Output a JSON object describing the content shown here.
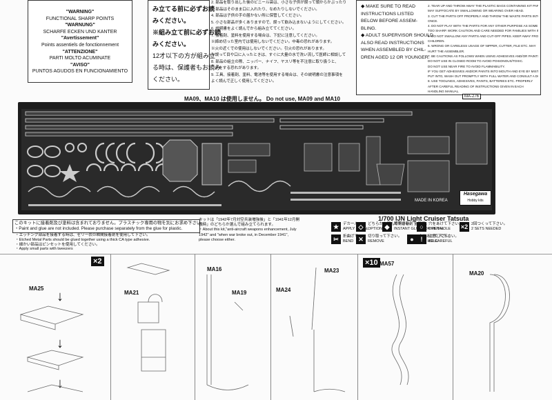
{
  "warnings": {
    "lines": [
      "\"WARNING\"",
      "FUNCTIONAL SHARP POINTS",
      "\"WARNUNG\"",
      "SCHARFE ECKEN UND KANTER",
      "\"Avertissement\"",
      "Points assentiels de fonctionnement",
      "\"ATTENZIONE\"",
      "PARTI MOLTO ACUMINATE",
      "\"AVISO\"",
      "PUNTOS AGUDOS EN FUNCIONAMIENTO"
    ]
  },
  "jp_notes": {
    "lines": [
      "み立てる前に必ずお読",
      "みください。",
      "※組み立て前に必ずお読",
      "みください。",
      "12才以下の方が組み立",
      "る時は、保護者もお読み",
      "ください。"
    ]
  },
  "jp_caution": {
    "lines": [
      "2. 部品を取り出した後のビニール袋は、小さな子供が誤って頭からかぶったり、",
      "3. 部品はそのまま口に入れたり、なめたりしないでください。",
      "4. 部品は子供の手の届かない所に保管してください。",
      "5. 小さな部品が多くありますので、誤って飲み込まないようにしてください。",
      "6. 説明書をよく読んでから組み立ててください。",
      "7. 接着剤、塗料を使用する場合は、下記に注意してください。",
      "  ※締め切った室内では使用しないでください。中毒の恐れがあります。",
      "  ※火の近くでの使用はしないでください。引火の恐れがあります。",
      "  ※誤って目や口に入ったときは、すぐに大量の水で洗い流して医師に相談してください。",
      "8. 部品の組立の際、ニッパー、ナイフ、ヤスリ等を不注意に取り扱うと、",
      "  けがをする恐れがあります。",
      "9. 工具、接着剤、塗料、電池等を使用する場合は、その説明書の注意事項を",
      "  よく読んで正しく使用してください。"
    ]
  },
  "en_left": {
    "lines": [
      "◆ MAKE  SURE  TO  READ",
      "INSTRUCTIONS  LISTED",
      "BELOW  BEFORE  ASSEM-",
      "BLING.",
      "◆ ADULT SUPERVISOR SHOULD",
      "ALSO  READ INSTRUCTIONS",
      "WHEN ASSEMBLED BY CHIL-",
      "DREN AGED 12 OR YOUNGER."
    ]
  },
  "en_right": {
    "lines": [
      "2. TEAR UP AND THROW AWAY THE PLASTIC BAGS CONTAINING KIT PARTS AS CHILDREN",
      "   MAY SUFFOCATE BY SWALLOWING OR WEARING OVER HEAD.",
      "3. CUT THE PARTS OFF PROPERLY AND THROW THE WASTE PARTS INTO DUSTBOX AT",
      "   ONCE.",
      "4. DO NOT PLAY WITH THE PARTS FOR ANY OTHER PURPOSE AS SOME PARTS MAY BE",
      "   TOO SHARP. WORK CAUTION AND CARE NEEDED FOR FAMILIES WITH INFANTS.",
      "5. DO NOT SWALLOW ANY PARTS AND CUT-OFF PIPES. KEEP AWAY FROM REACH OF",
      "   CHILDREN.",
      "6. WRONG OR CARELESS USAGE OF NIPPER, CUTTER, FILE ETC. MAY",
      "   HURT THE ASSEMBLER.",
      "7. BE CAUTIONS AS FOLLOWS WHEN USING ADHESIVES AND/OR PAINTS:",
      "   DO NOT USE IN CLOSED ROOM TO AVOID POISONOUS/TOXIC.",
      "   DO NOT USE NEAR FIRE TO AVOID FLAMMABILITY.",
      "   IF YOU GET ADHESIVES AND/OR PAINTS INTO MOUTH AND EYE BY MISTAKE,",
      "   PUT INTO, WASH OUT PROMPTLY WITH FULL WATER AND CONSULT A DOCTOR.",
      "8. USE TOOLINGS, ADHESIVES, PAINTS, BATTERIES ETC. PROPERLY",
      "   AFTER CAREFUL READING OF INSTRUCTIONS GIVEN IN EACH",
      "   HANDLING MANUAL."
    ]
  },
  "sheet": {
    "header": "MA09、MA10 は使用しません。 Do not use, MA09 and MA10",
    "part_code": "MA-276",
    "brand": "Hasegawa",
    "brand_sub": "Hobby kits",
    "made_in": "MADE IN KOREA",
    "title": "1/700 IJN Light Cruiser Tatsuta"
  },
  "notes": {
    "jp_box": "このキットに接着剤及び塗料は含まれておりません。プラスチック専用の物を別にお求め下さい。",
    "en_box": "・Paint and glue are not included. Please purchase separately from the glue for plastic.",
    "lines": [
      "・エッチング部品を接着する時は、ゼリー状の瞬間接着剤を使用して下さい。",
      "・Etched Metal Parts should be glued together using a thick CA type adhesive.",
      "・細かい部品はピンセットを使用してください。",
      "・Apply small parts with tweezers"
    ],
    "mid": [
      "キットは「1942年7月対空兵装増強後」と「1941年12月開",
      "戦時」のどちらか選んで組み立てられます。",
      "・About this kit,\"anti-aircraft weapons enhancement, July",
      "1942\" and \"when war broke out, in December 1941\",",
      "please choose either."
    ]
  },
  "symbols": [
    {
      "glyph": "★",
      "jp": "デカール",
      "en": "APPLY DECAL"
    },
    {
      "glyph": "✂",
      "jp": "折曲げて",
      "en": "BEND"
    },
    {
      "glyph": "◇",
      "jp": "どちらかを選んで下さい。",
      "en": "OPTIONAL"
    },
    {
      "glyph": "✕",
      "jp": "切り取って下さい。",
      "en": "REMOVE"
    },
    {
      "glyph": "◆",
      "jp": "瞬間接着剤 金属用。",
      "en": "INSTANT GLUE FOR METAL"
    },
    {
      "glyph": "●",
      "jp": "穴をあけて下さい。",
      "en": "FILL HOLE"
    },
    {
      "glyph": "○",
      "jp": "穴をあけて下さい。",
      "en": "OPEN HOLE"
    },
    {
      "glyph": "!",
      "jp": "注意して下さい。",
      "en": "BE CAREFUL"
    },
    {
      "glyph": "×2",
      "jp": "2回つくって下さい。",
      "en": "2 SETS NEEDED"
    }
  ],
  "steps": [
    {
      "label": "MA25",
      "mult": "×2"
    },
    {
      "label": "MA21",
      "mult": ""
    },
    {
      "label": "MA16",
      "mult": ""
    },
    {
      "label": "MA19",
      "mult": ""
    },
    {
      "label": "MA24",
      "mult": ""
    },
    {
      "label": "MA23",
      "mult": ""
    },
    {
      "label": "MA57",
      "mult": "×10"
    },
    {
      "label": "MA20",
      "mult": ""
    }
  ],
  "icons": {
    "arrow": "↓"
  }
}
